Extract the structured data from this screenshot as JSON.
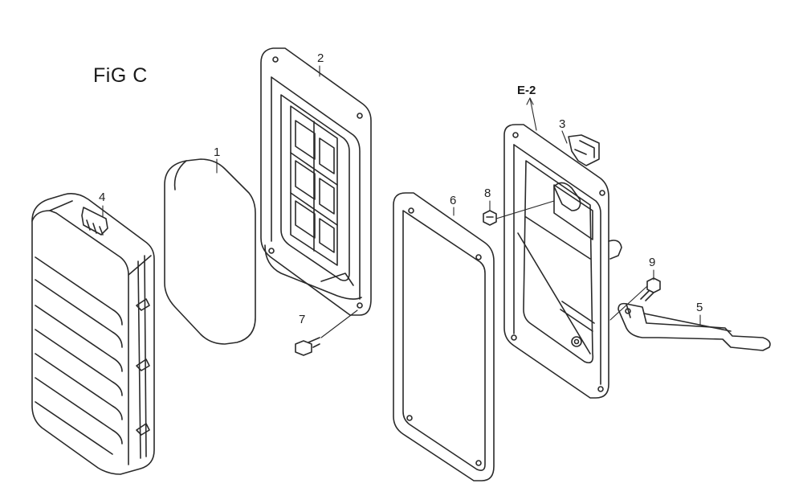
{
  "figure": {
    "title": "FiG C",
    "reference": "E-2"
  },
  "parts": [
    {
      "key": "p1",
      "number": "1"
    },
    {
      "key": "p2",
      "number": "2"
    },
    {
      "key": "p3",
      "number": "3"
    },
    {
      "key": "p4",
      "number": "4"
    },
    {
      "key": "p5",
      "number": "5"
    },
    {
      "key": "p6",
      "number": "6"
    },
    {
      "key": "p7",
      "number": "7"
    },
    {
      "key": "p8",
      "number": "8"
    },
    {
      "key": "p9",
      "number": "9"
    }
  ]
}
